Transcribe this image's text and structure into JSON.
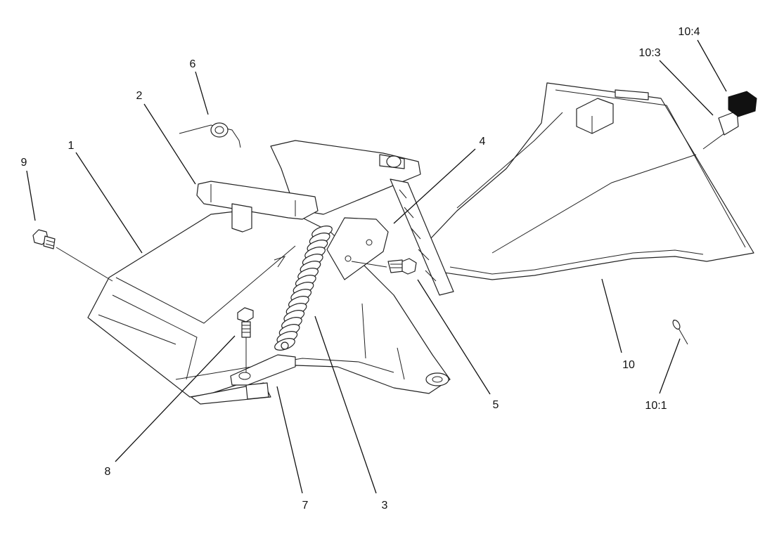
{
  "callouts": {
    "c1": "1",
    "c2": "2",
    "c3": "3",
    "c4": "4",
    "c5": "5",
    "c6": "6",
    "c7": "7",
    "c8": "8",
    "c9": "9",
    "c10": "10",
    "c10_1": "10:1",
    "c10_3": "10:3",
    "c10_4": "10:4"
  }
}
